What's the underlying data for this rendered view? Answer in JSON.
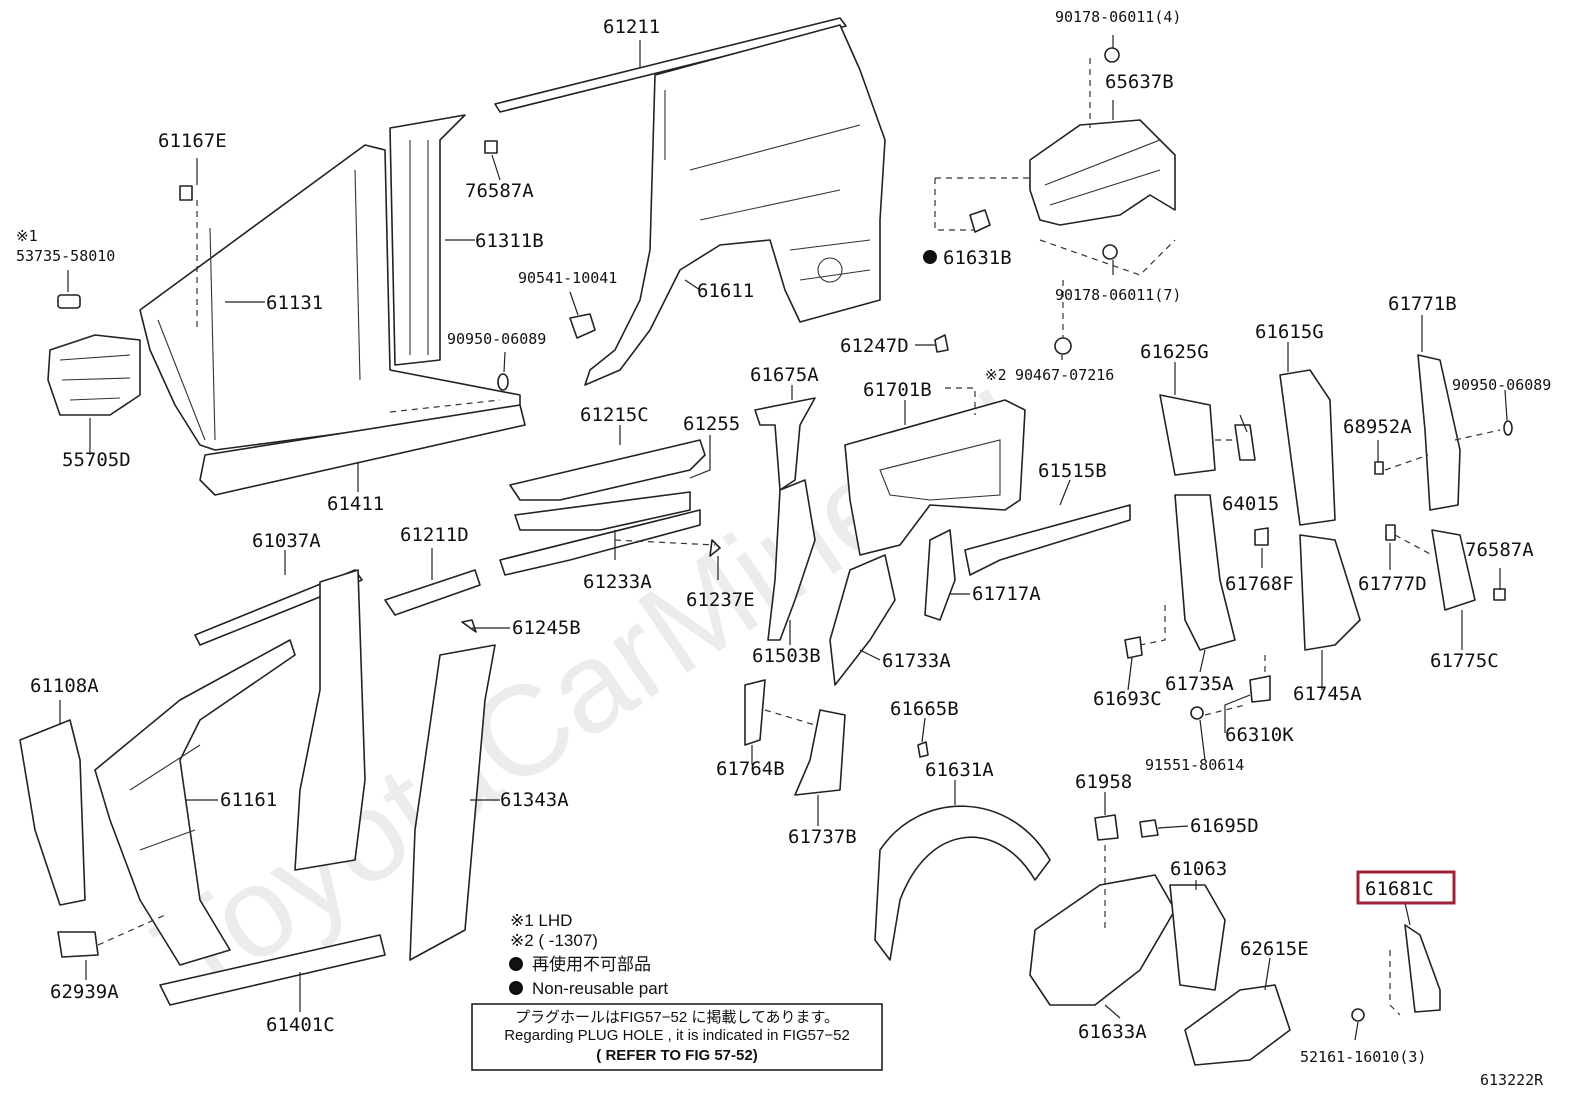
{
  "watermark": "ToyotaCarMine.ru",
  "figure_code": "613222R",
  "highlighted_part": "61681C",
  "parts": {
    "p61211": "61211",
    "p61167E": "61167E",
    "p76587A_top": "76587A",
    "p61311B": "61311B",
    "p_note1": "※1",
    "p53735": "53735-58010",
    "p61131": "61131",
    "p90541": "90541-10041",
    "p61611": "61611",
    "p90950_left": "90950-06089",
    "p55705D": "55705D",
    "p61411": "61411",
    "p90178_top": "90178-06011(4)",
    "p65637B": "65637B",
    "p61631B": "61631B",
    "p90178_bot": "90178-06011(7)",
    "p61247D": "61247D",
    "p_note2": "※2",
    "p90467": "90467-07216",
    "p61675A": "61675A",
    "p61701B": "61701B",
    "p61215C": "61215C",
    "p61255": "61255",
    "p61625G": "61625G",
    "p61615G": "61615G",
    "p61771B": "61771B",
    "p90950_right": "90950-06089",
    "p68952A": "68952A",
    "p64015": "64015",
    "p61515B": "61515B",
    "p61233A": "61233A",
    "p61237E": "61237E",
    "p61037A": "61037A",
    "p61211D": "61211D",
    "p61245B": "61245B",
    "p61503B": "61503B",
    "p61733A": "61733A",
    "p61717A": "61717A",
    "p61768F": "61768F",
    "p61777D": "61777D",
    "p76587A_right": "76587A",
    "p61775C": "61775C",
    "p61108A": "61108A",
    "p61693C": "61693C",
    "p61735A": "61735A",
    "p61745A": "61745A",
    "p61665B": "61665B",
    "p61764B": "61764B",
    "p66310K": "66310K",
    "p91551": "91551-80614",
    "p61161": "61161",
    "p61343A": "61343A",
    "p61631A": "61631A",
    "p61958": "61958",
    "p61695D": "61695D",
    "p61737B": "61737B",
    "p61063": "61063",
    "p62615E": "62615E",
    "p61681C": "61681C",
    "p62939A": "62939A",
    "p61401C": "61401C",
    "p61633A": "61633A",
    "p52161": "52161-16010(3)"
  },
  "legend": {
    "lhd": "※1 LHD",
    "range": "※2 (       -1307)",
    "jp_nonreusable": "再使用不可部品",
    "nonreusable": "Non-reusable part"
  },
  "notice": {
    "line1": "プラグホールはFIG57−52 に掲載してあります。",
    "line2": "Regarding  PLUG HOLE , it is indicated  in  FIG57−52",
    "line3": "( REFER TO FIG 57-52)"
  },
  "colors": {
    "highlight": "#a0203a",
    "ink": "#111111"
  }
}
